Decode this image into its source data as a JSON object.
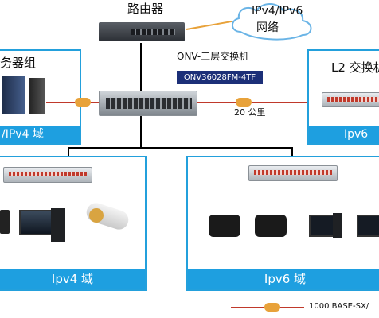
{
  "router": {
    "label": "路由器"
  },
  "cloud": {
    "line1": "IPv4/IPv6",
    "line2": "网络"
  },
  "core": {
    "title": "ONV-三层交换机",
    "model": "ONV36028FM-4TF"
  },
  "left_domain": {
    "title": "务器组",
    "bar": "/IPv4 域"
  },
  "right_domain": {
    "title": "L2 交换机",
    "bar": "Ipv6 域"
  },
  "link": {
    "distance": "20 公里"
  },
  "bottom_left": {
    "bar": "Ipv4 域"
  },
  "bottom_right": {
    "bar": "Ipv6 域"
  },
  "legend": {
    "text": "1000 BASE-SX/"
  },
  "colors": {
    "accent": "#1e9fe0",
    "fiber": "#c0392b",
    "badge": "#e8a23a"
  }
}
